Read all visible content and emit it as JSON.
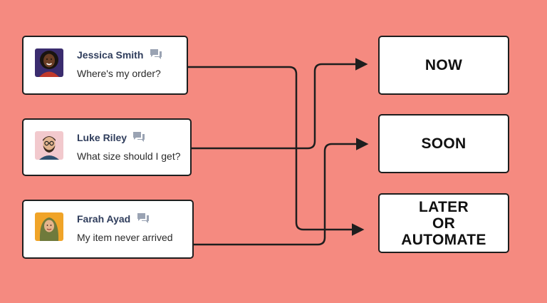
{
  "messages": [
    {
      "name": "Jessica Smith",
      "text": "Where's my order?",
      "avatar": "avatar-jessica",
      "skin": "#6b3e26",
      "hair": "#1a1410",
      "bg": "#3a2c6e",
      "shirt": "#c0392b"
    },
    {
      "name": "Luke Riley",
      "text": "What size should I get?",
      "avatar": "avatar-luke",
      "skin": "#e2b48f",
      "hair": "#3b2a1f",
      "bg": "#f2c9cd",
      "shirt": "#2f4f6f"
    },
    {
      "name": "Farah Ayad",
      "text": "My item never arrived",
      "avatar": "avatar-farah",
      "skin": "#e6b48c",
      "hair": "#6f7a3c",
      "bg": "#f0a428",
      "shirt": "#6f7a3c"
    }
  ],
  "buckets": [
    {
      "label": "NOW"
    },
    {
      "label": "SOON"
    },
    {
      "label": "LATER\nOR\nAUTOMATE"
    }
  ],
  "routes": [
    {
      "from": "Jessica Smith",
      "to": "LATER\nOR\nAUTOMATE"
    },
    {
      "from": "Luke Riley",
      "to": "NOW"
    },
    {
      "from": "Farah Ayad",
      "to": "SOON"
    }
  ],
  "colors": {
    "background": "#f58a80",
    "card_border": "#1e1e1e",
    "line": "#1e1e1e",
    "name_text": "#2f3d5c",
    "chat_icon": "#9aa3b3"
  },
  "icons": {
    "message_badge": "chat-bubbles-icon"
  }
}
